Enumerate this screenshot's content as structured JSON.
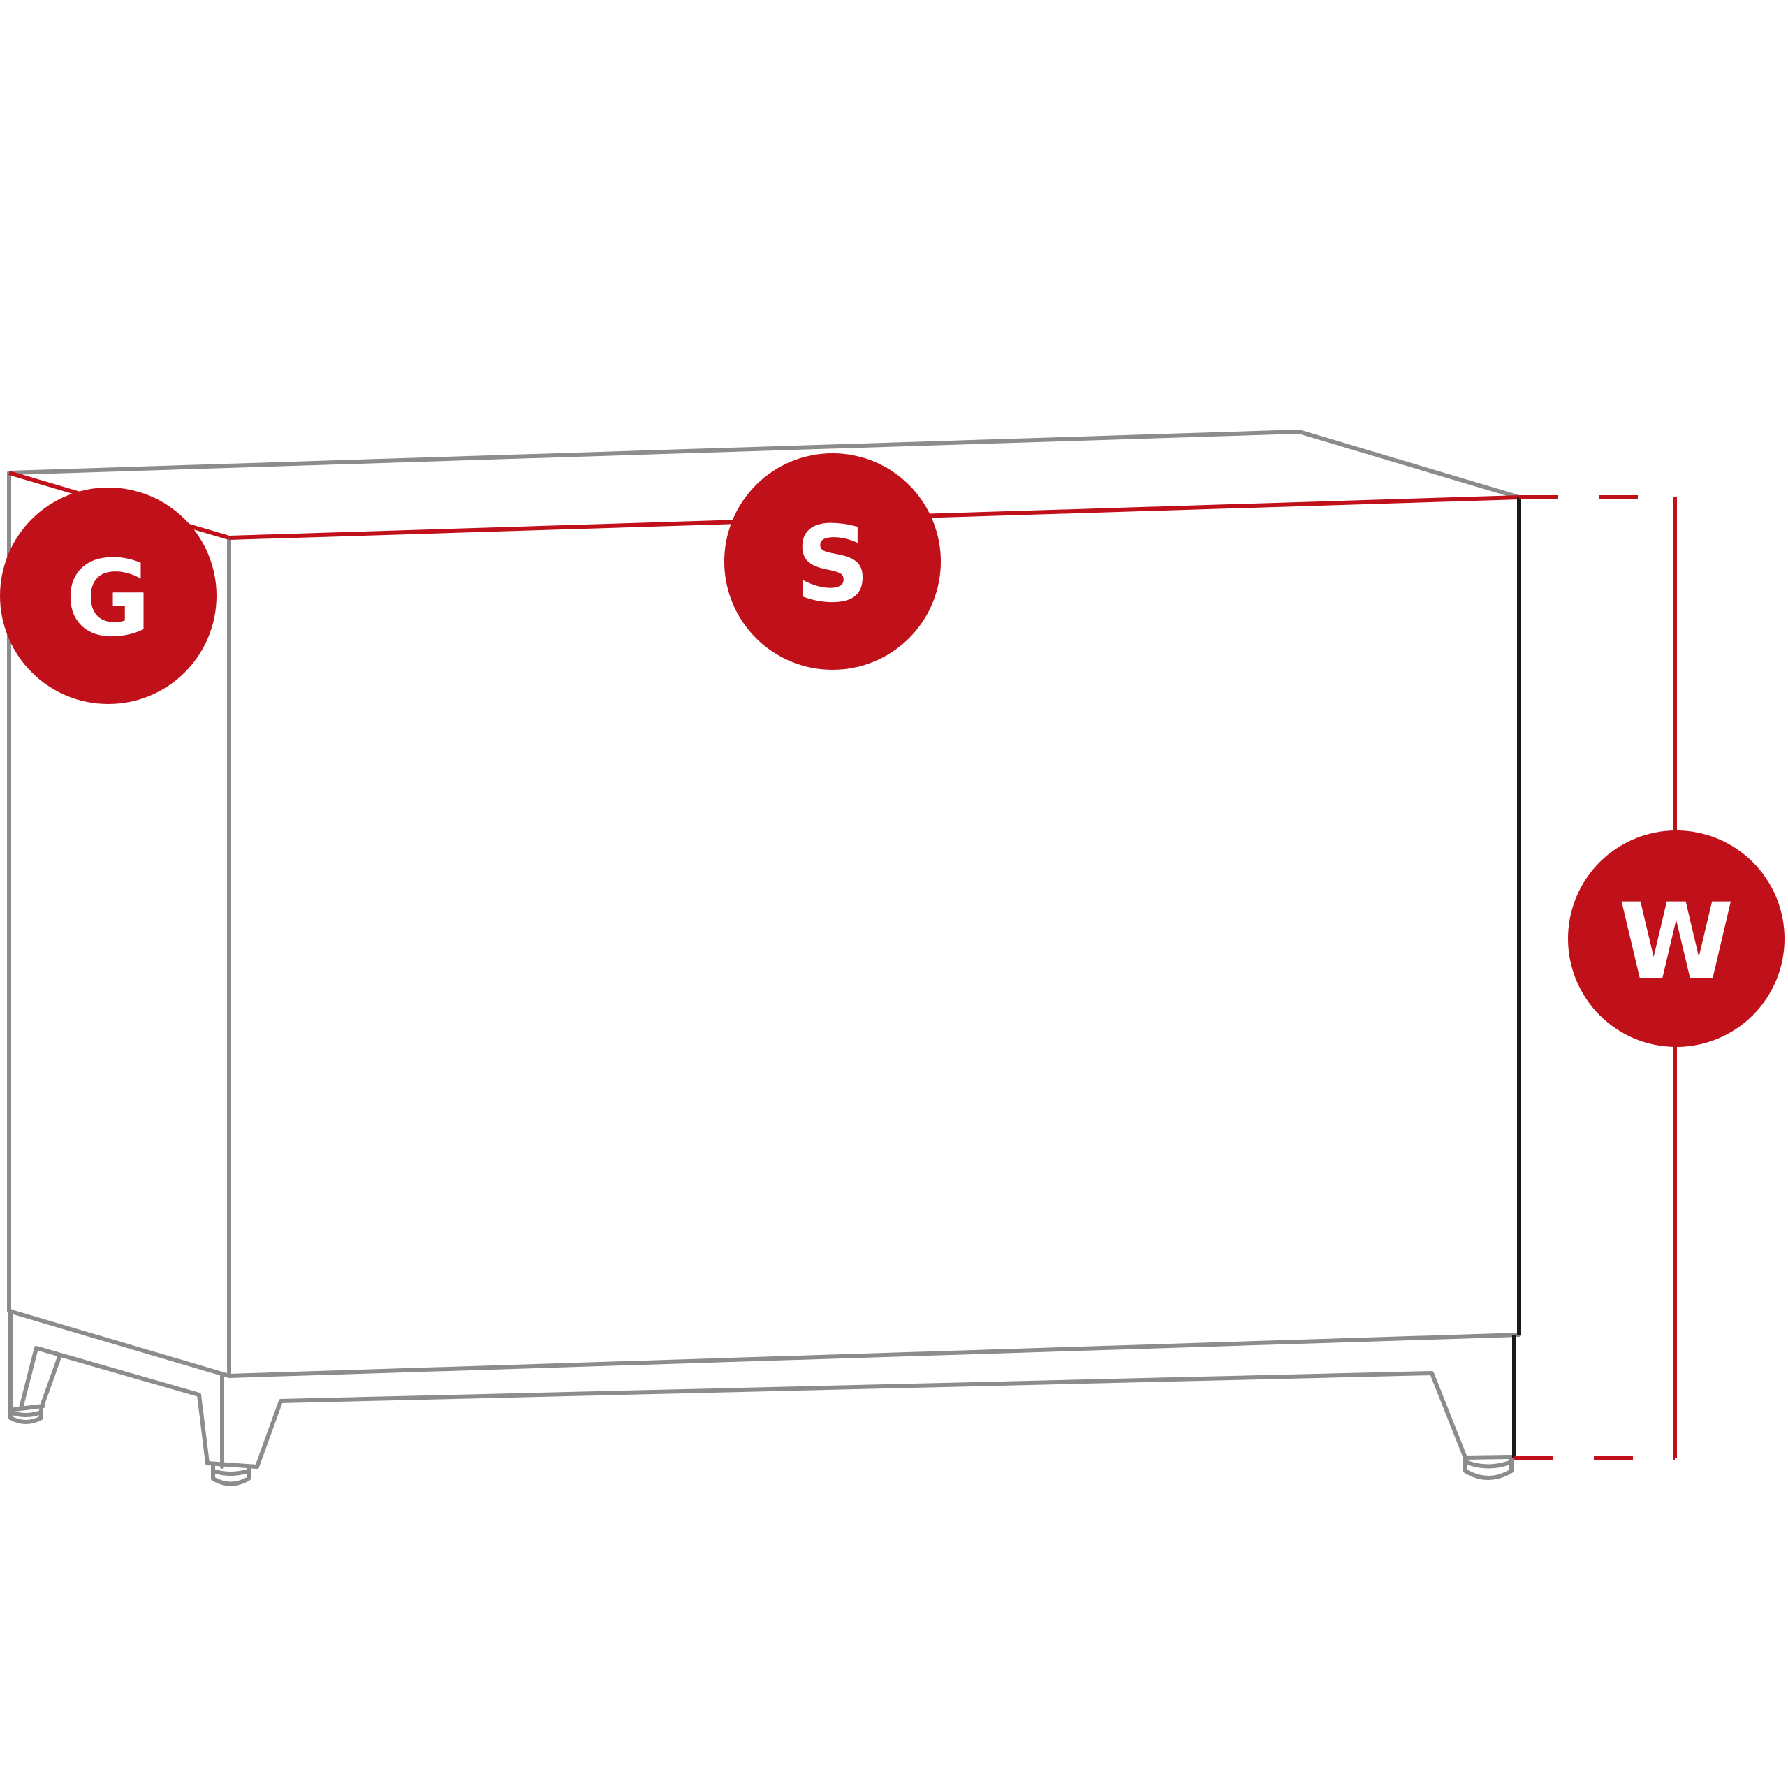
{
  "badges": {
    "depth": {
      "label": "G"
    },
    "width": {
      "label": "S"
    },
    "height": {
      "label": "W"
    }
  },
  "colors": {
    "accent": "#c0111b",
    "outline": "#8c8c8c",
    "edge": "#1a1a1a"
  }
}
